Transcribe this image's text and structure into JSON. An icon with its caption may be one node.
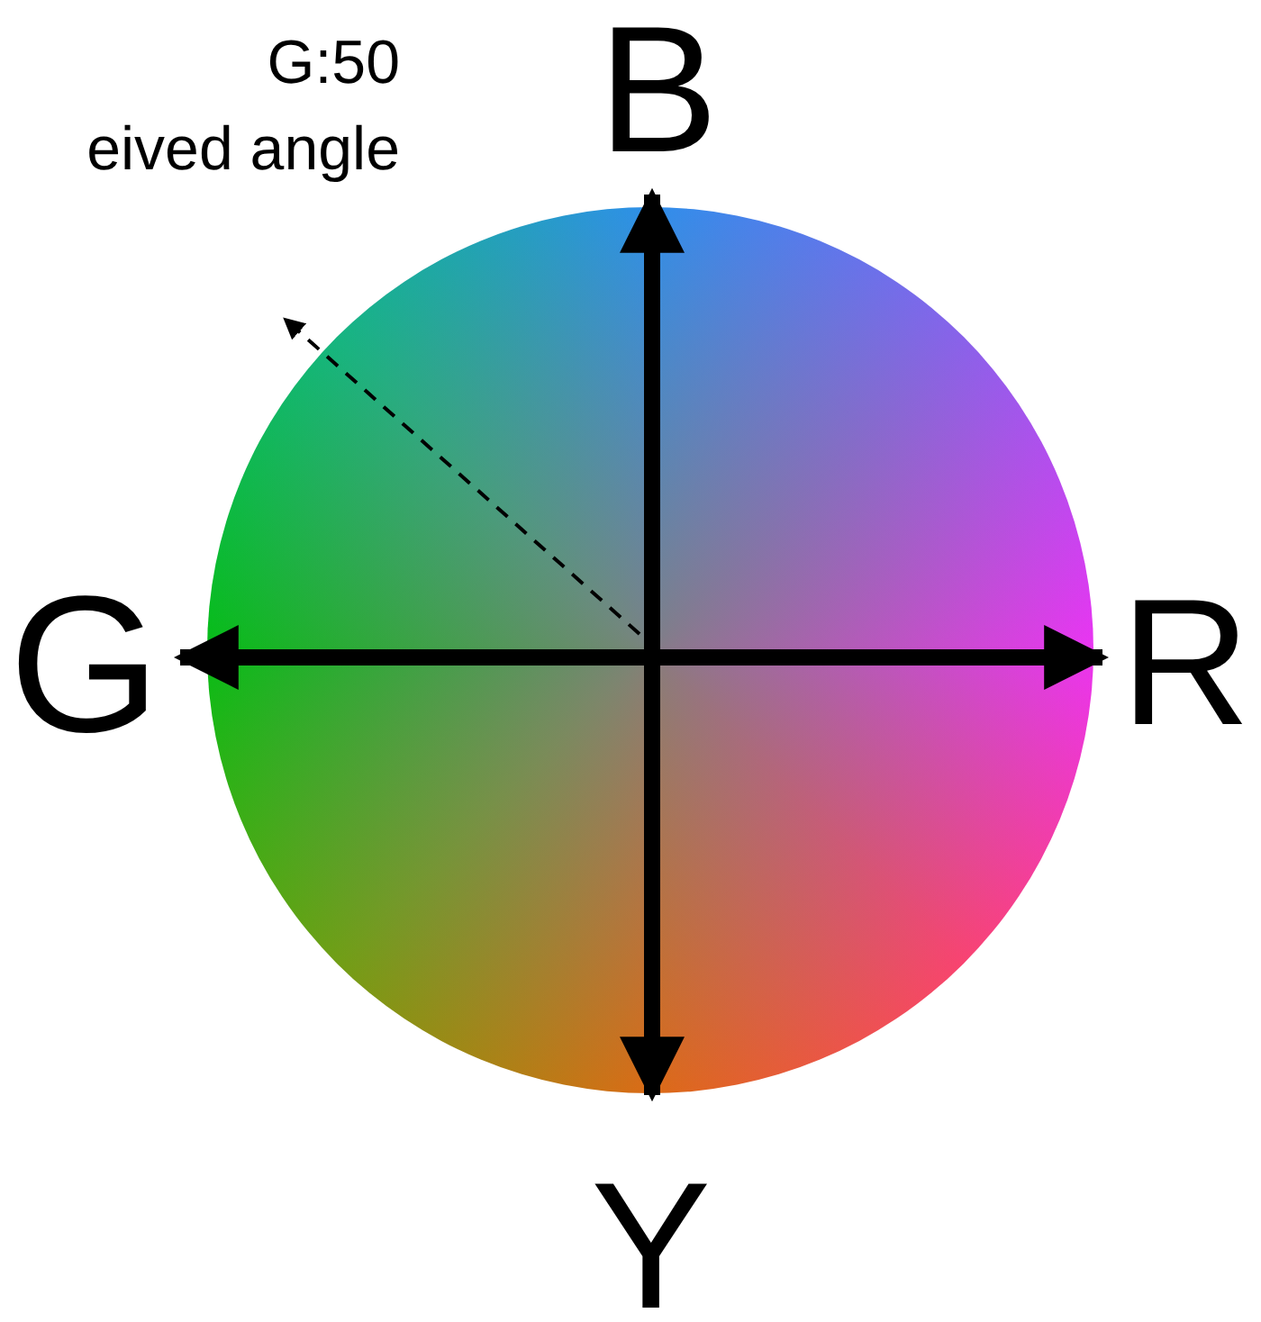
{
  "diagram": {
    "labels": [
      "G:50",
      "eived angle",
      "B",
      "G",
      "R",
      "Y"
    ]
  }
}
